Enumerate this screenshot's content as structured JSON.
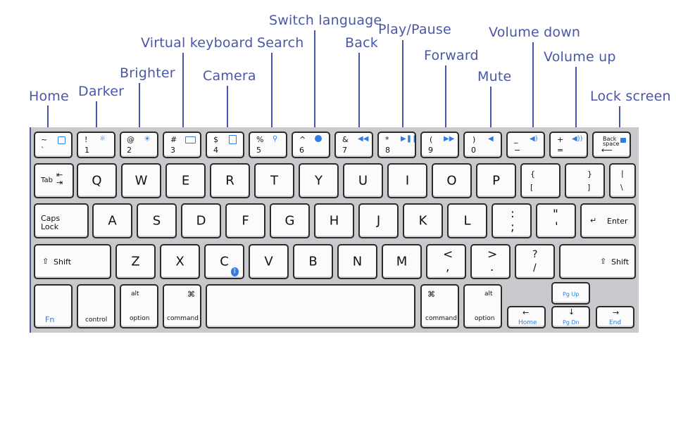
{
  "callouts": {
    "home": "Home",
    "darker": "Darker",
    "brighter": "Brighter",
    "virtual_keyboard": "Virtual keyboard",
    "camera": "Camera",
    "search": "Search",
    "switch_language": "Switch language",
    "back": "Back",
    "play_pause": "Play/Pause",
    "forward": "Forward",
    "mute": "Mute",
    "volume_down": "Volume down",
    "volume_up": "Volume up",
    "lock_screen": "Lock screen"
  },
  "keys": {
    "tilde": "~",
    "backtick": "`",
    "excl": "!",
    "one": "1",
    "at": "@",
    "two": "2",
    "hash": "#",
    "three": "3",
    "dollar": "$",
    "four": "4",
    "percent": "%",
    "five": "5",
    "caret": "^",
    "six": "6",
    "amp": "&",
    "seven": "7",
    "star": "*",
    "eight": "8",
    "lparen": "(",
    "nine": "9",
    "rparen": ")",
    "zero": "0",
    "underscore": "_",
    "minus": "−",
    "plus": "+",
    "equals": "=",
    "backspace_line1": "Back",
    "backspace_line2": "space",
    "tab": "Tab",
    "q": "Q",
    "w": "W",
    "e": "E",
    "r": "R",
    "t": "T",
    "y": "Y",
    "u": "U",
    "i": "I",
    "o": "O",
    "p": "P",
    "lbrace": "{",
    "lbracket": "[",
    "rbrace": "}",
    "rbracket": "]",
    "pipe": "|",
    "backslash": "\\",
    "caps_line1": "Caps",
    "caps_line2": "Lock",
    "a": "A",
    "s": "S",
    "d": "D",
    "f": "F",
    "g": "G",
    "h": "H",
    "j": "J",
    "k": "K",
    "l": "L",
    "colon": ":",
    "semicolon": ";",
    "quote_dbl": "\"",
    "quote_sgl": "'",
    "enter": "Enter",
    "shift": "Shift",
    "z": "Z",
    "x": "X",
    "c": "C",
    "v": "V",
    "b": "B",
    "n": "N",
    "m": "M",
    "lt": "<",
    "comma": ",",
    "gt": ">",
    "period": ".",
    "question": "?",
    "slash": "/",
    "fn": "Fn",
    "control": "control",
    "alt": "alt",
    "option": "option",
    "cmd_symbol": "⌘",
    "command": "command",
    "pgup": "Pg Up",
    "pgdn": "Pg Dn",
    "home": "Home",
    "end": "End"
  },
  "icons": {
    "home": "home-square-icon",
    "darker": "brightness-down-icon",
    "brighter": "brightness-up-icon",
    "virtual_keyboard": "keyboard-icon",
    "camera": "camera-icon",
    "search": "search-icon",
    "switch_language": "globe-icon",
    "back": "rewind-icon",
    "play_pause": "play-pause-icon",
    "forward": "fast-forward-icon",
    "mute": "speaker-mute-icon",
    "volume_down": "speaker-low-icon",
    "volume_up": "speaker-high-icon",
    "lock_screen": "lock-icon",
    "bluetooth": "bluetooth-icon"
  },
  "colors": {
    "callout": "#4a56a8",
    "key_icon": "#2f7de1",
    "keyboard_body": "#c8c9cc"
  }
}
